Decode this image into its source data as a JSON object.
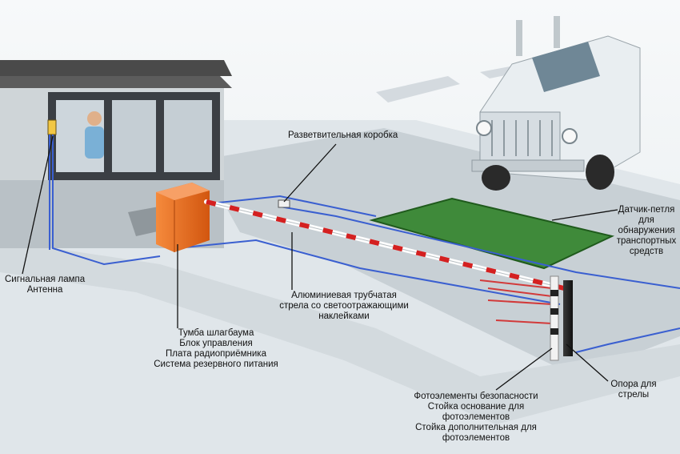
{
  "labels": {
    "junction_box": "Разветвительная коробка",
    "loop_detector": [
      "Датчик-петля",
      "для",
      "обнаружения",
      "транспортных",
      "средств"
    ],
    "signal_lamp": [
      "Сигнальная лампа",
      "Антенна"
    ],
    "boom": [
      "Алюминиевая трубчатая",
      "стрела со светоотражающими",
      "наклейками"
    ],
    "barrier_cabinet": [
      "Тумба шлагбаума",
      "Блок управления",
      "Плата радиоприёмника",
      "Система резервного питания"
    ],
    "boom_support": [
      "Опора для",
      "стрелы"
    ],
    "photocells": [
      "Фотоэлементы безопасности",
      "Стойка основание для",
      "фотоэлементов",
      "Стойка дополнительная для",
      "фотоэлементов"
    ]
  },
  "colors": {
    "ground": "#e2e8ec",
    "road": "#c6cfd4",
    "loop": "#3f8a3a",
    "cabinet": "#ee6a1f",
    "wire": "#3a5fd0",
    "beam": "#d42020",
    "leader": "#111111"
  }
}
